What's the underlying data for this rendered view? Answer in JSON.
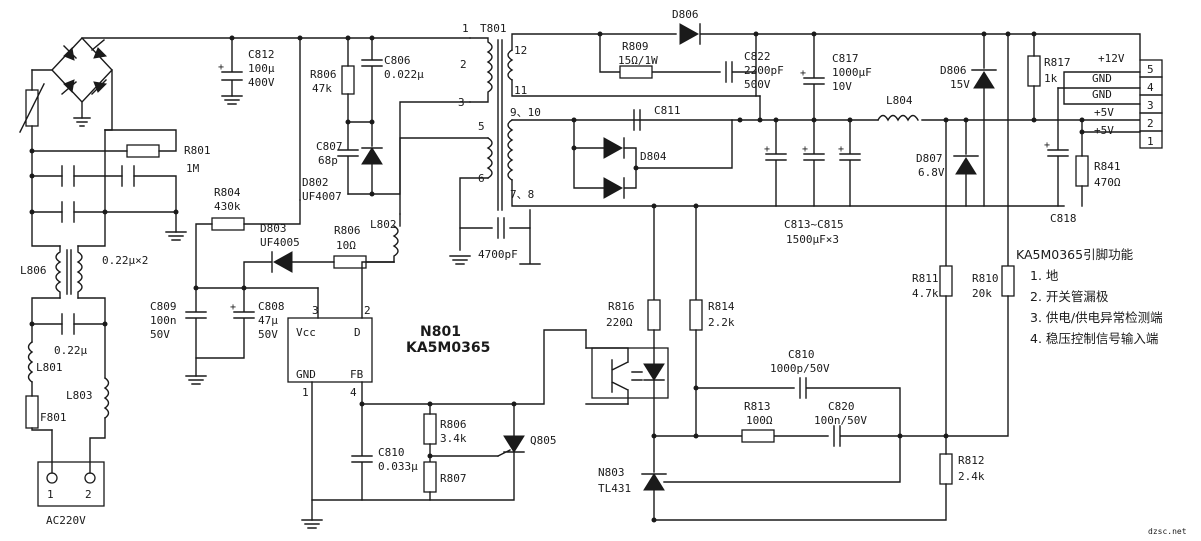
{
  "diagram": {
    "components": {
      "C812": {
        "ref": "C812",
        "v1": "100μ",
        "v2": "400V"
      },
      "R806a": {
        "ref": "R806",
        "v1": "47k"
      },
      "C806": {
        "ref": "C806",
        "v1": "0.022μ"
      },
      "C807": {
        "ref": "C807",
        "v1": "68p"
      },
      "D802": {
        "ref": "D802",
        "v1": "UF4007"
      },
      "R801": {
        "ref": "R801",
        "v1": "1M"
      },
      "R804": {
        "ref": "R804",
        "v1": "430k"
      },
      "D803": {
        "ref": "D803",
        "v1": "UF4005"
      },
      "R806b": {
        "ref": "R806",
        "v1": "10Ω"
      },
      "L802": {
        "ref": "L802"
      },
      "C809": {
        "ref": "C809",
        "v1": "100n",
        "v2": "50V"
      },
      "C808": {
        "ref": "C808",
        "v1": "47μ",
        "v2": "50V"
      },
      "L806": {
        "ref": "L806"
      },
      "C_x2": {
        "v1": "0.22μ×2"
      },
      "C_x": {
        "v1": "0.22μ"
      },
      "L801": {
        "ref": "L801"
      },
      "L803": {
        "ref": "L803"
      },
      "F801": {
        "ref": "F801"
      },
      "T801": {
        "ref": "T801"
      },
      "D806a": {
        "ref": "D806"
      },
      "R809": {
        "ref": "R809",
        "v1": "15Ω/1W"
      },
      "C822": {
        "ref": "C822",
        "v1": "2200pF",
        "v2": "500V"
      },
      "C817": {
        "ref": "C817",
        "v1": "1000μF",
        "v2": "10V"
      },
      "C811": {
        "ref": "C811"
      },
      "D804": {
        "ref": "D804"
      },
      "L804": {
        "ref": "L804"
      },
      "C813": {
        "ref": "C813~C815",
        "v1": "1500μF×3"
      },
      "C_snub": {
        "v1": "4700pF"
      },
      "D806b": {
        "ref": "D806",
        "v1": "15V"
      },
      "R817": {
        "ref": "R817",
        "v1": "1k"
      },
      "D807": {
        "ref": "D807",
        "v1": "6.8V"
      },
      "R841": {
        "ref": "R841",
        "v1": "470Ω"
      },
      "C818": {
        "ref": "C818"
      },
      "R811": {
        "ref": "R811",
        "v1": "4.7k"
      },
      "R810": {
        "ref": "R810",
        "v1": "20k"
      },
      "R816": {
        "ref": "R816",
        "v1": "220Ω"
      },
      "R814": {
        "ref": "R814",
        "v1": "2.2k"
      },
      "C810a": {
        "ref": "C810",
        "v1": "1000p/50V"
      },
      "R813": {
        "ref": "R813",
        "v1": "100Ω"
      },
      "C820": {
        "ref": "C820",
        "v1": "100n/50V"
      },
      "R812": {
        "ref": "R812",
        "v1": "2.4k"
      },
      "N803": {
        "ref": "N803",
        "v1": "TL431"
      },
      "R806c": {
        "ref": "R806",
        "v1": "3.4k"
      },
      "R807": {
        "ref": "R807"
      },
      "C810b": {
        "ref": "C810",
        "v1": "0.033μ"
      },
      "Q805": {
        "ref": "Q805"
      }
    },
    "ic": {
      "ref": "N801",
      "part": "KA5M0365",
      "pin_vcc": "Vcc",
      "pin_d": "D",
      "pin_gnd": "GND",
      "pin_fb": "FB",
      "pin1": "1",
      "pin2": "2",
      "pin3": "3",
      "pin4": "4"
    },
    "transformer_pins": {
      "p1": "1",
      "p2": "2",
      "p3": "3",
      "p5": "5",
      "p6": "6",
      "p9_10": "9、10",
      "p7_8": "7、8",
      "p11": "11",
      "p12": "12"
    },
    "connector": {
      "pins": [
        "5",
        "4",
        "3",
        "2",
        "1"
      ],
      "nets": [
        "+12V",
        "GND",
        "GND",
        "+5V",
        "+5V"
      ]
    },
    "ac_input": {
      "label": "AC220V",
      "pin1": "1",
      "pin2": "2"
    },
    "notes": {
      "title": "KA5M0365引脚功能",
      "items": [
        "1. 地",
        "2. 开关管漏极",
        "3. 供电/供电异常检测端",
        "4. 稳压控制信号输入端"
      ]
    },
    "watermark": "dzsc.net"
  }
}
